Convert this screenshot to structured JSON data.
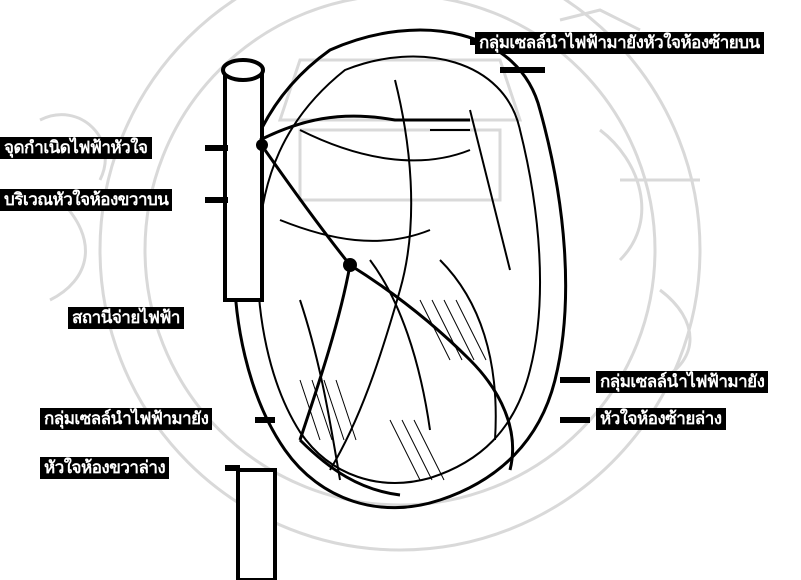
{
  "labels": {
    "top_right": "กลุ่มเซลล์นำไฟฟ้ามายังหัวใจห้องซ้ายบน",
    "sa_node_line1": "จุดกำเนิดไฟฟ้าหัวใจ",
    "sa_node_line2": "บริเวณหัวใจห้องขวาบน",
    "av_node": "สถานีจ่ายไฟฟ้า",
    "left_lower_line1": "กลุ่มเซลล์นำไฟฟ้ามายัง",
    "left_lower_line2": "หัวใจห้องขวาล่าง",
    "right_lower_line1": "กลุ่มเซลล์นำไฟฟ้ามายัง",
    "right_lower_line2": "หัวใจห้องซ้ายล่าง"
  },
  "colors": {
    "ink": "#000000",
    "watermark": "#d9d9d9",
    "paper": "#ffffff"
  }
}
